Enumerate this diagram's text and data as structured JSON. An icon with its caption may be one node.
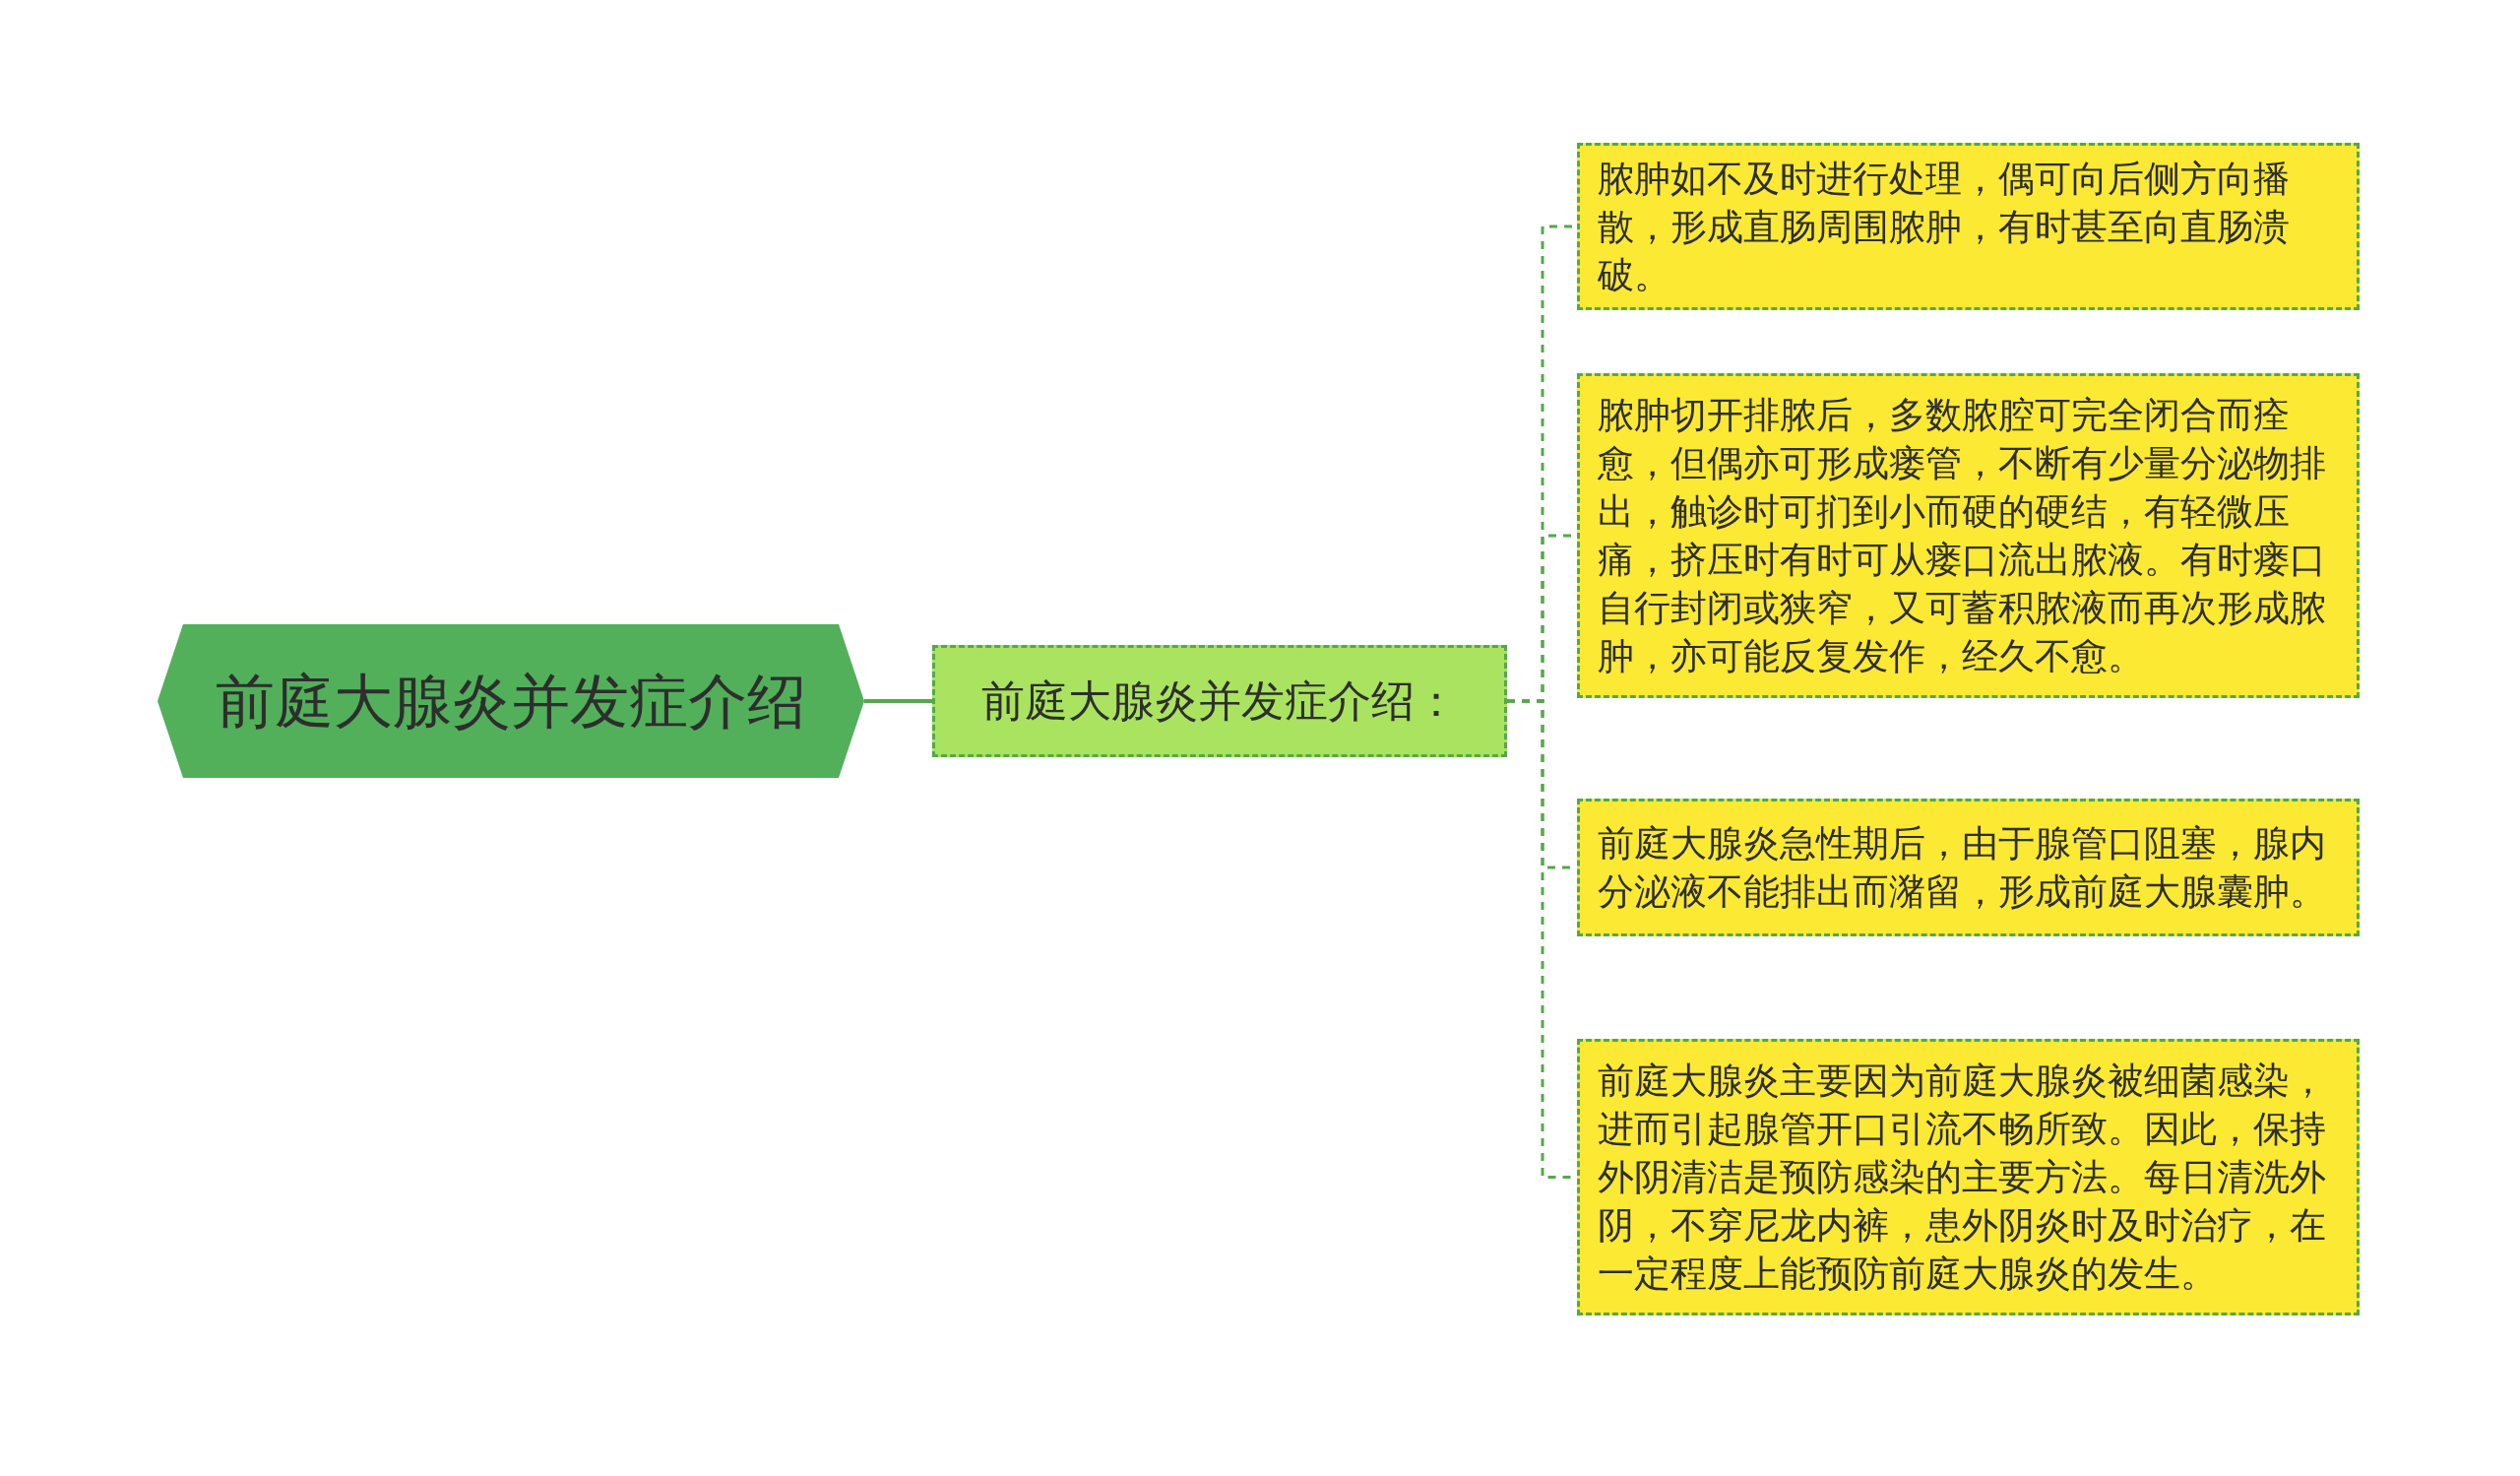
{
  "diagram": {
    "nodes": [
      {
        "text": [
          "前庭大腺炎并发症介绍"
        ]
      },
      {
        "text": [
          "前庭大腺炎并发症介绍："
        ]
      },
      {
        "text": [
          "脓肿如不及时进行处理，偶可向后侧方向播散，形成直肠周围脓肿，有时甚至向直肠溃破。"
        ]
      },
      {
        "text": [
          "脓肿切开排脓后，多数脓腔可完全闭合而痊愈，但偶亦可形成瘘管，不断有少量分泌物排出，触诊时可扪到小而硬的硬结，有轻微压痛，挤压时有时可从瘘口流出脓液。有时瘘口自行封闭或狭窄，又可蓄积脓液而再次形成脓肿，亦可能反复发作，经久不愈。"
        ]
      },
      {
        "text": [
          "前庭大腺炎急性期后，由于腺管口阻塞，腺内分泌液不能排出而潴留，形成前庭大腺囊肿。"
        ]
      },
      {
        "text": [
          "前庭大腺炎主要因为前庭大腺炎被细菌感染，进而引起腺管开口引流不畅所致。因此，保持外阴清洁是预防感染的主要方法。每日清洗外阴，不穿尼龙内裤，患外阴炎时及时治疗，在一定程度上能预防前庭大腺炎的发生。"
        ]
      }
    ],
    "edges": [
      {
        "from": 0,
        "to": 1,
        "arrow": "none"
      },
      {
        "from": 1,
        "to": 2,
        "arrow": "none",
        "style": "dashed"
      },
      {
        "from": 1,
        "to": 3,
        "arrow": "none",
        "style": "dashed"
      },
      {
        "from": 1,
        "to": 4,
        "arrow": "none",
        "style": "dashed"
      },
      {
        "from": 1,
        "to": 5,
        "arrow": "none",
        "style": "dashed"
      }
    ]
  }
}
